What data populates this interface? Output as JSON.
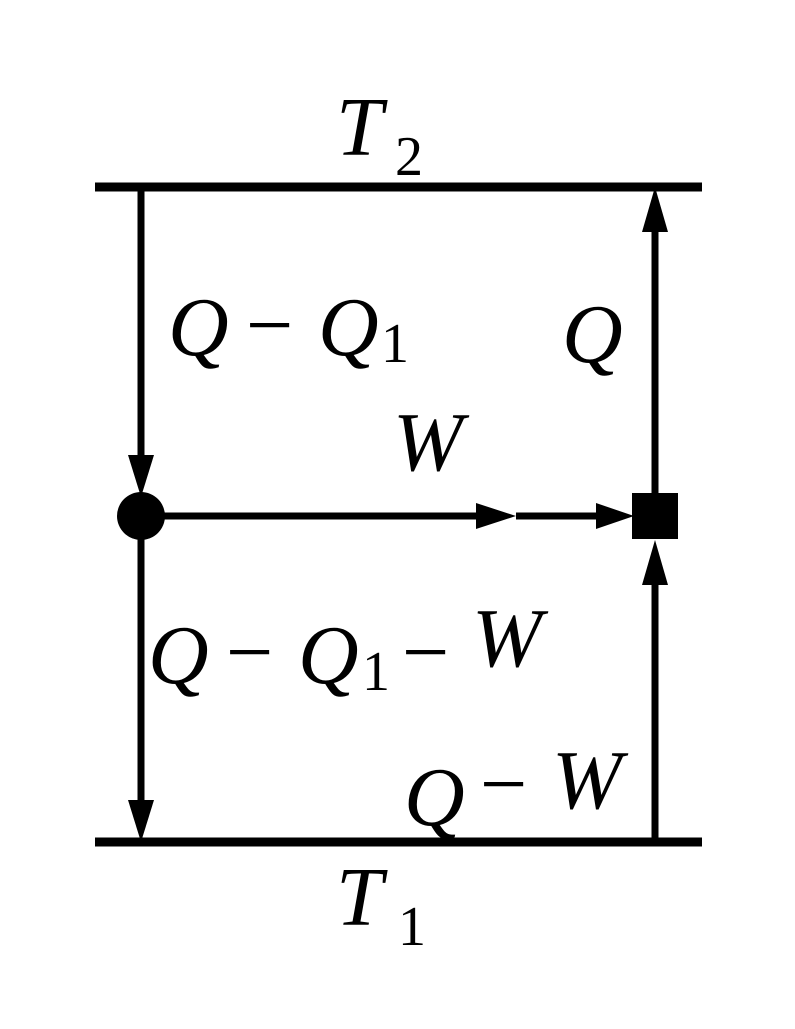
{
  "reservoirs": {
    "hot": {
      "symbol": "T",
      "subscript": "2"
    },
    "cold": {
      "symbol": "T",
      "subscript": "1"
    }
  },
  "flows": {
    "upper_left": {
      "a": "Q",
      "op1": "−",
      "b": "Q",
      "b_sub": "1"
    },
    "upper_right": {
      "a": "Q"
    },
    "work": {
      "a": "W"
    },
    "lower_left": {
      "a": "Q",
      "op1": "−",
      "b": "Q",
      "b_sub": "1",
      "op2": "−",
      "c": "W"
    },
    "lower_right": {
      "a": "Q",
      "op1": "−",
      "c": "W"
    }
  },
  "colors": {
    "ink": "#000000",
    "background": "#ffffff"
  },
  "nodes": {
    "engine": "filled-circle",
    "refrigerator": "filled-square"
  }
}
